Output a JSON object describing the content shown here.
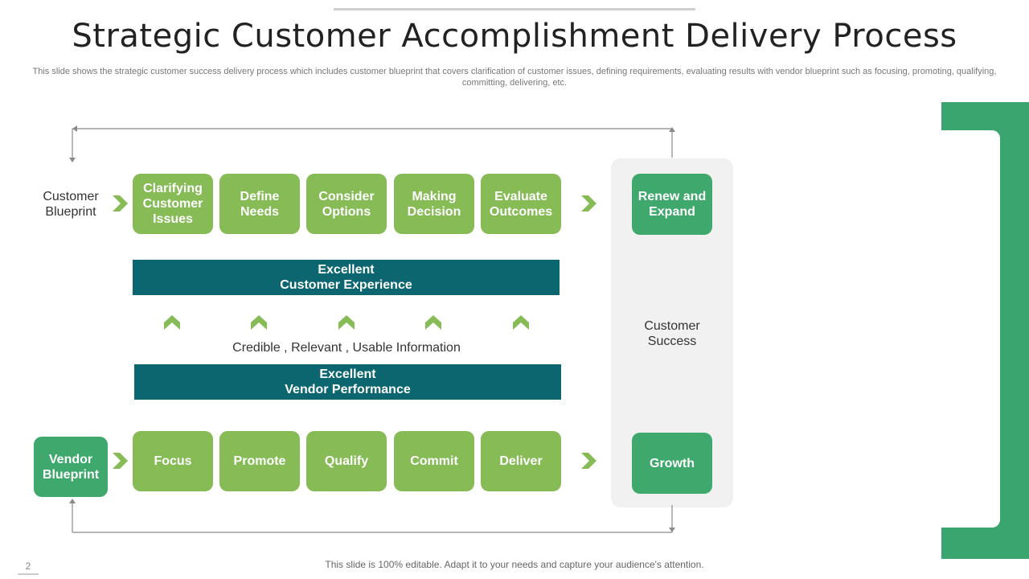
{
  "title": "Strategic Customer Accomplishment Delivery Process",
  "subtitle": "This slide shows the strategic customer success delivery process which includes customer blueprint that covers clarification of customer issues, defining requirements, evaluating results with vendor blueprint such as focusing, promoting, qualifying, committing, delivering, etc.",
  "customer_blueprint_label": "Customer Blueprint",
  "customer_steps": [
    "Clarifying Customer Issues",
    "Define Needs",
    "Consider Options",
    "Making Decision",
    "Evaluate Outcomes"
  ],
  "renew_label": "Renew and Expand",
  "customer_experience_bar": "Excellent\nCustomer Experience",
  "middle_text": "Credible , Relevant , Usable Information",
  "vendor_performance_bar": "Excellent\nVendor Performance",
  "vendor_blueprint_label": "Vendor Blueprint",
  "vendor_steps": [
    "Focus",
    "Promote",
    "Qualify",
    "Commit",
    "Deliver"
  ],
  "growth_label": "Growth",
  "customer_success_label": "Customer Success",
  "footer": "This slide is 100% editable. Adapt it to your needs and capture your audience's attention.",
  "page_number": "2",
  "colors": {
    "light_green": "#86bb56",
    "dark_green": "#3fa86c",
    "teal": "#0b6670",
    "panel_gray": "#f1f1f1",
    "bracket_green": "#3aa56e"
  }
}
